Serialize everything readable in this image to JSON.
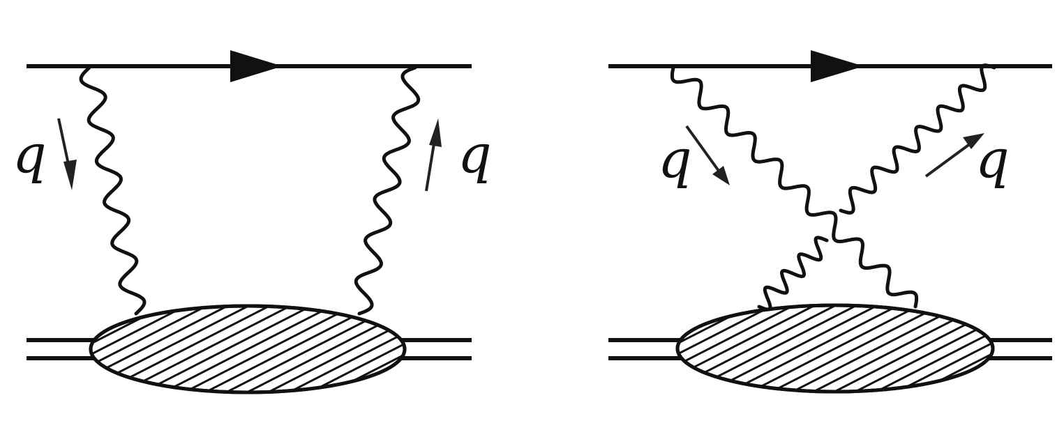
{
  "diagrams": [
    {
      "name": "direct",
      "photon_labels": [
        "q",
        "q"
      ]
    },
    {
      "name": "crossed",
      "photon_labels": [
        "q",
        "q"
      ]
    }
  ],
  "colors": {
    "ink": "#111111",
    "background": "#ffffff"
  }
}
